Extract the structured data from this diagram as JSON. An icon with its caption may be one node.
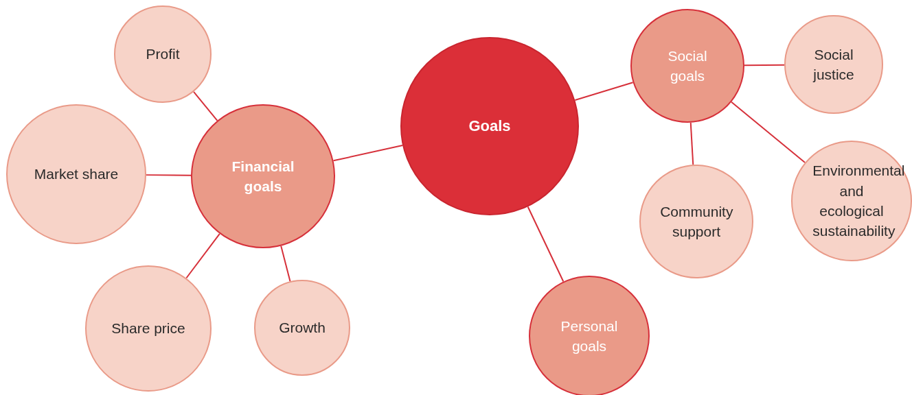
{
  "diagram": {
    "nodes": [
      {
        "text": [
          "Goals"
        ]
      },
      {
        "text": [
          "Financial goals"
        ]
      },
      {
        "text": [
          "Social goals"
        ]
      },
      {
        "text": [
          "Personal goals"
        ]
      },
      {
        "text": [
          "Profit"
        ]
      },
      {
        "text": [
          "Market share"
        ]
      },
      {
        "text": [
          "Share price"
        ]
      },
      {
        "text": [
          "Growth"
        ]
      },
      {
        "text": [
          "Social justice"
        ]
      },
      {
        "text": [
          "Community support"
        ]
      },
      {
        "text": [
          "Environmental and ecological sustainability"
        ]
      }
    ],
    "edges": [
      {
        "from": 0,
        "to": 1,
        "arrow": "none"
      },
      {
        "from": 0,
        "to": 2,
        "arrow": "none"
      },
      {
        "from": 0,
        "to": 3,
        "arrow": "none"
      },
      {
        "from": 1,
        "to": 4,
        "arrow": "none"
      },
      {
        "from": 1,
        "to": 5,
        "arrow": "none"
      },
      {
        "from": 1,
        "to": 6,
        "arrow": "none"
      },
      {
        "from": 1,
        "to": 7,
        "arrow": "none"
      },
      {
        "from": 2,
        "to": 8,
        "arrow": "none"
      },
      {
        "from": 2,
        "to": 9,
        "arrow": "none"
      },
      {
        "from": 2,
        "to": 10,
        "arrow": "none"
      }
    ]
  }
}
